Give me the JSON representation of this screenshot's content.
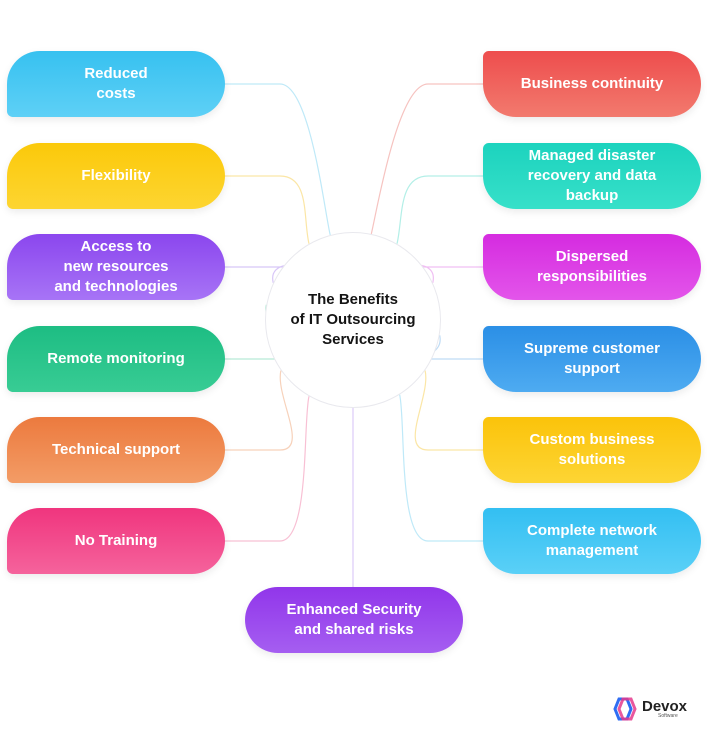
{
  "hub": {
    "title": "The Benefits\nof IT Outsourcing\nServices"
  },
  "left_items": [
    {
      "label": "Reduced\ncosts",
      "gradient": [
        "#37c1f0",
        "#5ed0f6"
      ],
      "line": "#bfe9f8"
    },
    {
      "label": "Flexibility",
      "gradient": [
        "#fbc90a",
        "#fdd531"
      ],
      "line": "#fbe6a6"
    },
    {
      "label": "Access to\nnew resources\nand technologies",
      "gradient": [
        "#8b46ee",
        "#a774f6"
      ],
      "line": "#d8c6f8"
    },
    {
      "label": "Remote monitoring",
      "gradient": [
        "#1dbd83",
        "#38cc94"
      ],
      "line": "#b6ead6"
    },
    {
      "label": "Technical support",
      "gradient": [
        "#ec7a3e",
        "#f39c66"
      ],
      "line": "#f7d2bb"
    },
    {
      "label": "No Training",
      "gradient": [
        "#f0357e",
        "#f5639c"
      ],
      "line": "#f8c0d4"
    }
  ],
  "right_items": [
    {
      "label": "Business continuity",
      "gradient": [
        "#ee4d4d",
        "#f27a6e"
      ],
      "line": "#f6c3c0"
    },
    {
      "label": "Managed disaster\nrecovery and data\nbackup",
      "gradient": [
        "#1cd3be",
        "#37e0c9"
      ],
      "line": "#b3efe7"
    },
    {
      "label": "Dispersed\nresponsibilities",
      "gradient": [
        "#d52be0",
        "#e355ea"
      ],
      "line": "#f0bff3"
    },
    {
      "label": "Supreme customer\nsupport",
      "gradient": [
        "#2b8fe6",
        "#4eabf1"
      ],
      "line": "#bfdcf5"
    },
    {
      "label": "Custom business\nsolutions",
      "gradient": [
        "#fbc30a",
        "#fdd534"
      ],
      "line": "#fbe6a6"
    },
    {
      "label": "Complete network\nmanagement",
      "gradient": [
        "#33bff2",
        "#5ad0f7"
      ],
      "line": "#bfe9f8"
    }
  ],
  "bottom_item": {
    "label": "Enhanced Security\nand shared risks",
    "gradient": [
      "#9136ea",
      "#a55ef1"
    ],
    "line": "#dccaf8"
  },
  "logo": {
    "name": "Devox",
    "subtitle": "Software",
    "mark_colors": [
      "#2f6df3",
      "#e53a8c",
      "#8a48ee"
    ]
  }
}
